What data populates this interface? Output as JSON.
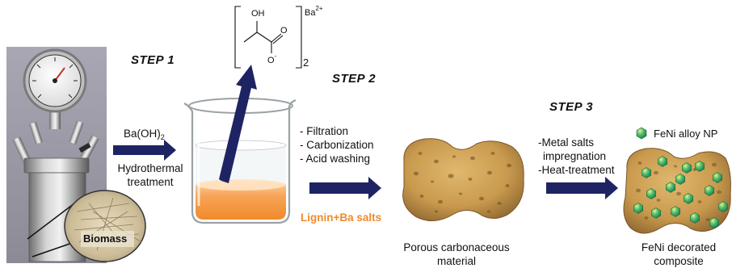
{
  "steps": {
    "step1": "STEP 1",
    "step2": "STEP 2",
    "step3": "STEP 3"
  },
  "step1_labels": {
    "reagent_main": "Ba(OH)",
    "reagent_sub": "2",
    "condition_line1": "Hydrothermal",
    "condition_line2": "treatment"
  },
  "product": {
    "hydroxyl": "OH",
    "carbonyl_o": "O",
    "anion_o": "O",
    "anion_charge": "-",
    "subscript": "2",
    "cation_main": "Ba",
    "cation_charge": "2+"
  },
  "beaker_label": "Lignin+Ba salts",
  "step2_labels": {
    "line1": "- Filtration",
    "line2": "- Carbonization",
    "line3": "- Acid washing"
  },
  "step3_labels": {
    "line1": "-Metal salts",
    "line2": "impregnation",
    "line3": "-Heat-treatment"
  },
  "legend": {
    "label": "FeNi alloy NP"
  },
  "reactor_label": "Biomass",
  "porous_caption": {
    "line1": "Porous carbonaceous",
    "line2": "material"
  },
  "composite_caption": {
    "line1": "FeNi decorated",
    "line2": "composite"
  },
  "colors": {
    "arrow": "#1e2463",
    "orange": "#f08a2c",
    "sponge": "#c99a4e",
    "np_green": "#3aa86a",
    "np_yellow": "#d6d23a"
  }
}
